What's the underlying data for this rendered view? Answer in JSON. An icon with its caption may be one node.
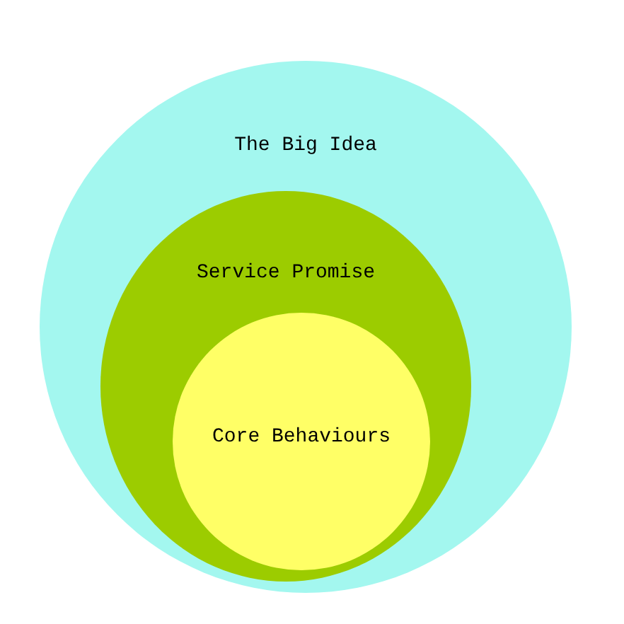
{
  "diagram": {
    "nodes": [
      {
        "text": [
          "The Big Idea"
        ]
      },
      {
        "text": [
          "Service Promise"
        ],
        "in": 0
      },
      {
        "text": [
          "Core Behaviours"
        ],
        "in": 1
      }
    ]
  }
}
